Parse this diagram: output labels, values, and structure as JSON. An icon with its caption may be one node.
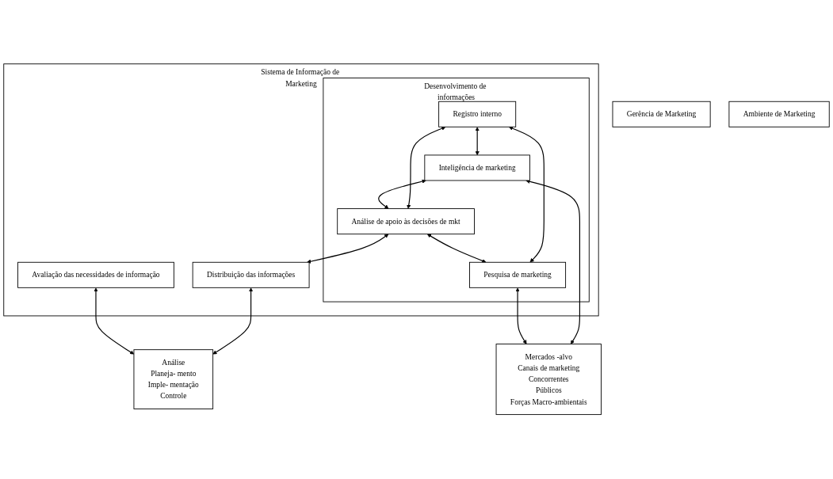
{
  "diagram": {
    "nodes": [
      {
        "text": [
          "Gerência de Marketing"
        ]
      },
      {
        "text": [
          "Análise",
          "Planeja- mento",
          "Imple- mentação",
          "Controle"
        ]
      },
      {
        "text": [
          "Sistema de Informação de Marketing"
        ]
      },
      {
        "text": [
          "Avaliação das necessidades de informação"
        ],
        "in": 2
      },
      {
        "text": [
          "Desenvolvimento de informações"
        ],
        "in": 2
      },
      {
        "text": [
          "Registro interno"
        ],
        "in": 4
      },
      {
        "text": [
          "Inteligência de marketing"
        ],
        "in": 4
      },
      {
        "text": [
          "Análise de apoio às decisões de mkt"
        ],
        "in": 4
      },
      {
        "text": [
          "Pesquisa de marketing"
        ],
        "in": 4
      },
      {
        "text": [
          "Distribuição das informações"
        ],
        "in": 2
      },
      {
        "text": [
          "Ambiente de Marketing"
        ]
      },
      {
        "text": [
          "Mercados -alvo",
          "Canais de marketing",
          "Concorrentes",
          "Públicos",
          "Forças Macro-ambientais"
        ]
      }
    ],
    "edges": [
      {
        "from": 9,
        "to": 1,
        "arrow": "both"
      },
      {
        "from": 3,
        "to": 1,
        "arrow": "both"
      },
      {
        "from": 5,
        "to": 6,
        "arrow": "both"
      },
      {
        "from": 5,
        "to": 7,
        "arrow": "both"
      },
      {
        "from": 5,
        "to": 8,
        "arrow": "both"
      },
      {
        "from": 6,
        "to": 7,
        "arrow": "both"
      },
      {
        "from": 7,
        "to": 9,
        "arrow": "both"
      },
      {
        "from": 7,
        "to": 8,
        "arrow": "both"
      },
      {
        "from": 6,
        "to": 11,
        "arrow": "both"
      },
      {
        "from": 8,
        "to": 11,
        "arrow": "both"
      }
    ]
  }
}
